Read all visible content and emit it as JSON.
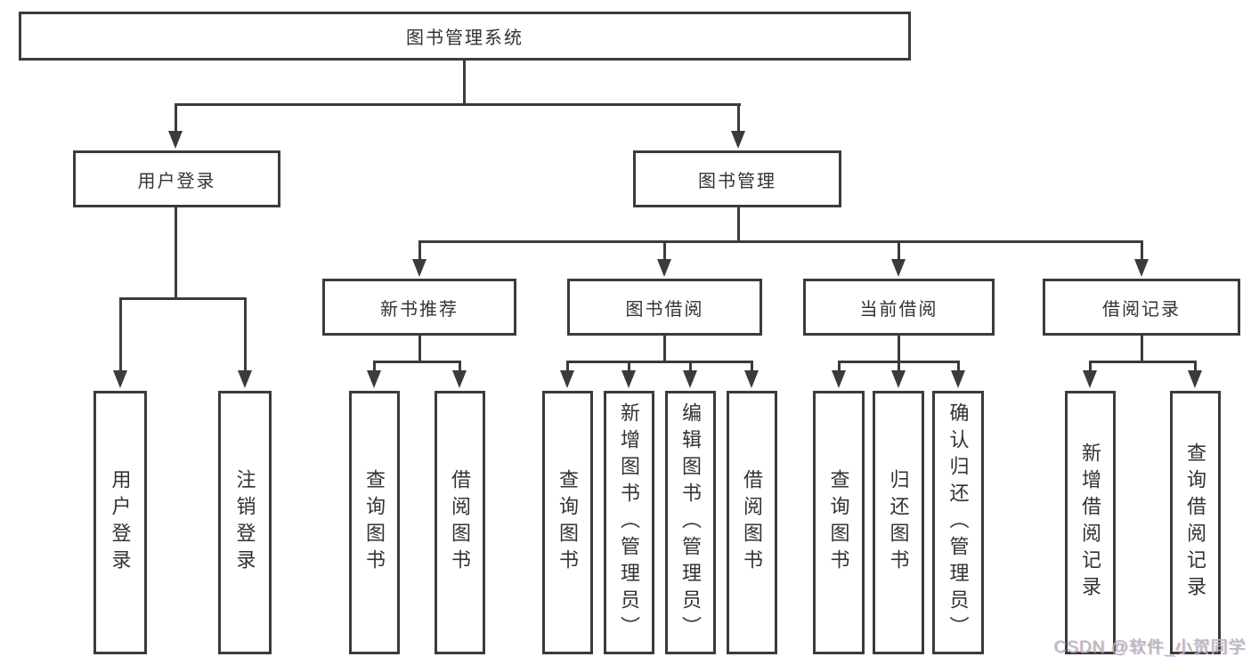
{
  "diagram": {
    "title": "图书管理系统",
    "level1": [
      {
        "label": "用户登录"
      },
      {
        "label": "图书管理"
      }
    ],
    "level2": [
      {
        "label": "新书推荐"
      },
      {
        "label": "图书借阅"
      },
      {
        "label": "当前借阅"
      },
      {
        "label": "借阅记录"
      }
    ],
    "leaves": {
      "user_login": [
        "用户登录",
        "注销登录"
      ],
      "new_books": [
        "查询图书",
        "借阅图书"
      ],
      "book_borrow": [
        "查询图书",
        "新增图书（管理员）",
        "编辑图书（管理员）",
        "借阅图书"
      ],
      "current_borrow": [
        "查询图书",
        "归还图书",
        "确认归还（管理员）"
      ],
      "borrow_records": [
        "新增借阅记录",
        "查询借阅记录"
      ]
    },
    "watermark": "CSDN @软件_小贺同学",
    "colors": {
      "line": "#3b3b3b",
      "text": "#333333",
      "background": "#ffffff",
      "watermark": "#b9b9b9"
    }
  }
}
